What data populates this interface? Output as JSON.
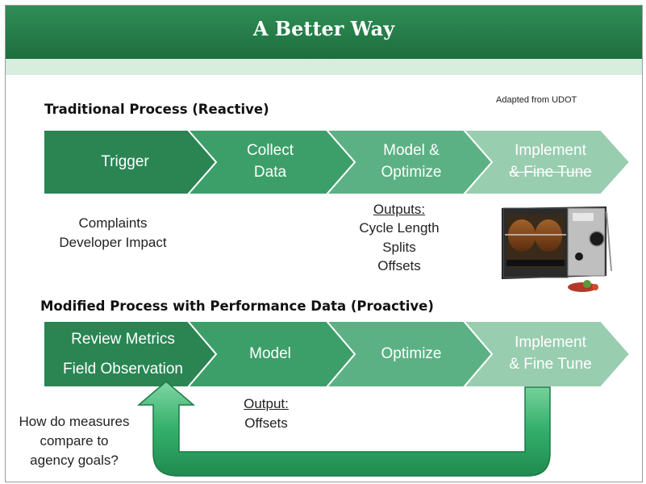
{
  "slide": {
    "title": "A Better Way",
    "credit": "Adapted from UDOT"
  },
  "traditional": {
    "heading": "Traditional Process (Reactive)",
    "steps": [
      {
        "line1": "Trigger"
      },
      {
        "line1": "Collect",
        "line2": "Data"
      },
      {
        "line1": "Model &",
        "line2": "Optimize"
      },
      {
        "line1": "Implement",
        "line2": "& Fine Tune"
      }
    ],
    "trigger_notes": [
      "Complaints",
      "Developer Impact"
    ],
    "outputs": {
      "label": "Outputs:",
      "items": [
        "Cycle Length",
        "Splits",
        "Offsets"
      ]
    },
    "image_name": "rotisserie-oven-image"
  },
  "modified": {
    "heading": "Modified Process with Performance Data (Proactive)",
    "steps": [
      {
        "line1": "Review Metrics",
        "line2": "Field Observation"
      },
      {
        "line1": "Model"
      },
      {
        "line1": "Optimize"
      },
      {
        "line1": "Implement",
        "line2": "& Fine Tune"
      }
    ],
    "output": {
      "label": "Output:",
      "item": "Offsets"
    },
    "question": [
      "How do measures",
      "compare to",
      "agency goals?"
    ]
  },
  "colors": {
    "step1": "#2a8553",
    "step2": "#3c9f69",
    "step3": "#5cb184",
    "step4": "#99cdb0",
    "header": "#237846",
    "loop_arrow": "#2ea766"
  }
}
